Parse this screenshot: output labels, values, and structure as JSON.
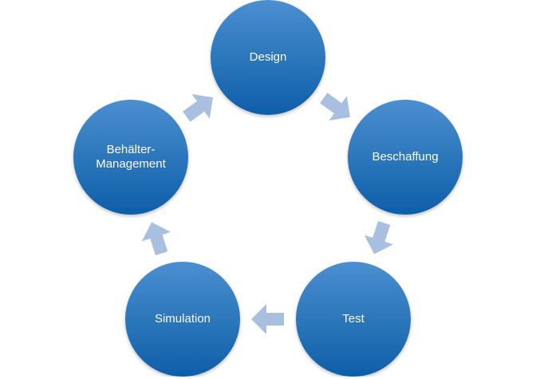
{
  "diagram": {
    "nodes": [
      {
        "id": "design",
        "label": "Design"
      },
      {
        "id": "beschaffung",
        "label": "Beschaffung"
      },
      {
        "id": "test",
        "label": "Test"
      },
      {
        "id": "simulation",
        "label": "Simulation"
      },
      {
        "id": "behaelter",
        "label": "Behälter-\nManagement"
      }
    ],
    "edges": [
      {
        "from": "design",
        "to": "beschaffung"
      },
      {
        "from": "beschaffung",
        "to": "test"
      },
      {
        "from": "test",
        "to": "simulation"
      },
      {
        "from": "simulation",
        "to": "behaelter"
      },
      {
        "from": "behaelter",
        "to": "design"
      }
    ],
    "colors": {
      "node_top": "#4b8fd0",
      "node_bottom": "#0e5ea8",
      "arrow": "#a9bfdf",
      "label": "#ffffff"
    }
  }
}
